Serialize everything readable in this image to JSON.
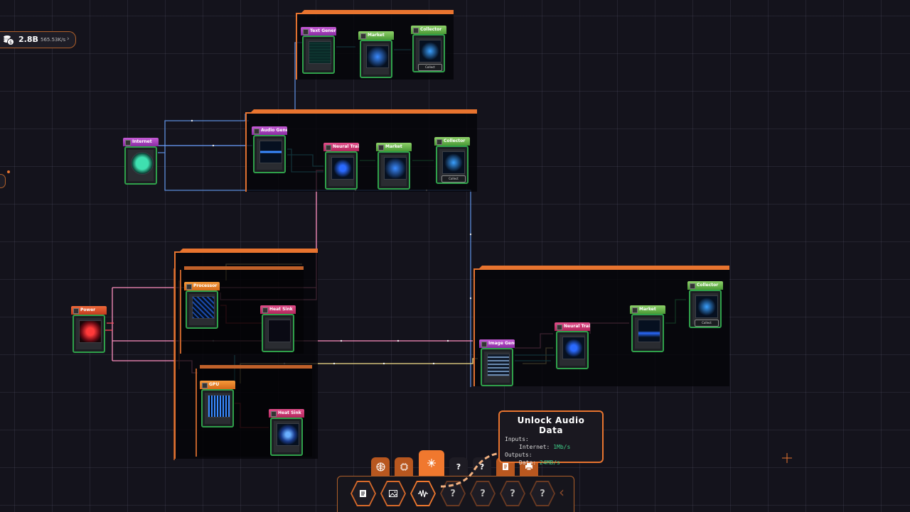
{
  "hud": {
    "amount": "2.8B",
    "rate": "565.53K/s",
    "chevron": "›"
  },
  "nodes": {
    "power": "Power",
    "internet": "Internet",
    "processor": "Processor",
    "heat_sink_1": "Heat Sink",
    "gpu": "GPU",
    "heat_sink_2": "Heat Sink",
    "top_1": "Text Generator",
    "top_market": "Market",
    "top_collector": "Collector",
    "mid_1": "Audio Generator",
    "mid_neural": "Neural Trainer",
    "mid_market": "Market",
    "mid_collector": "Collector",
    "r_1": "Image Generator",
    "r_neural": "Neural Trainer",
    "r_market": "Market",
    "r_collector": "Collector"
  },
  "collector_labels": {
    "top": "Collect",
    "mid": "Collect",
    "right": "Collect"
  },
  "tooltip": {
    "title": "Unlock Audio Data",
    "inputs_label": "Inputs:",
    "input_name": "Internet:",
    "input_value": "1Mb/s",
    "outputs_label": "Outputs:",
    "output_name": "Data:",
    "output_value": "24MB/s"
  },
  "toolbar": {
    "tabs": [
      {
        "name": "globe-icon"
      },
      {
        "name": "chip-icon"
      },
      {
        "name": "network-icon"
      },
      {
        "label": "?"
      },
      {
        "label": "?"
      },
      {
        "name": "document-icon"
      },
      {
        "name": "printer-icon"
      }
    ],
    "items": [
      {
        "name": "text-data-icon"
      },
      {
        "name": "image-data-icon"
      },
      {
        "name": "audio-wave-icon"
      },
      {
        "label": "?"
      },
      {
        "label": "?"
      },
      {
        "label": "?"
      },
      {
        "label": "?"
      }
    ],
    "collapse": "‹"
  },
  "colors": {
    "accent": "#e8742f",
    "data_link": "#ff8fc0",
    "internet_link": "#5aa0ff",
    "power_link": "#ff6f8a",
    "gpu_link": "#f5e08a",
    "market_link": "#3fe07a",
    "value_text": "#3fd089"
  }
}
